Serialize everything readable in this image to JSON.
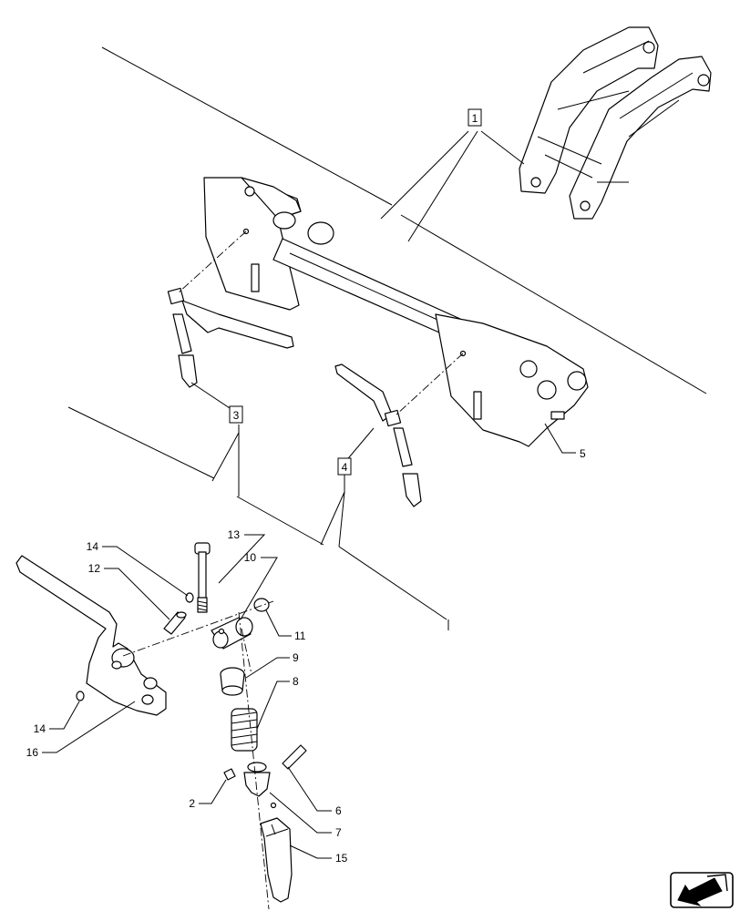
{
  "callouts": {
    "c1": "1",
    "c2": "2",
    "c3": "3",
    "c4": "4",
    "c5": "5",
    "c6": "6",
    "c7": "7",
    "c8": "8",
    "c9": "9",
    "c10": "10",
    "c11": "11",
    "c12": "12",
    "c13": "13",
    "c14a": "14",
    "c14b": "14",
    "c15": "15",
    "c16": "16"
  },
  "icons": {
    "nav": "arrow-back-icon"
  }
}
